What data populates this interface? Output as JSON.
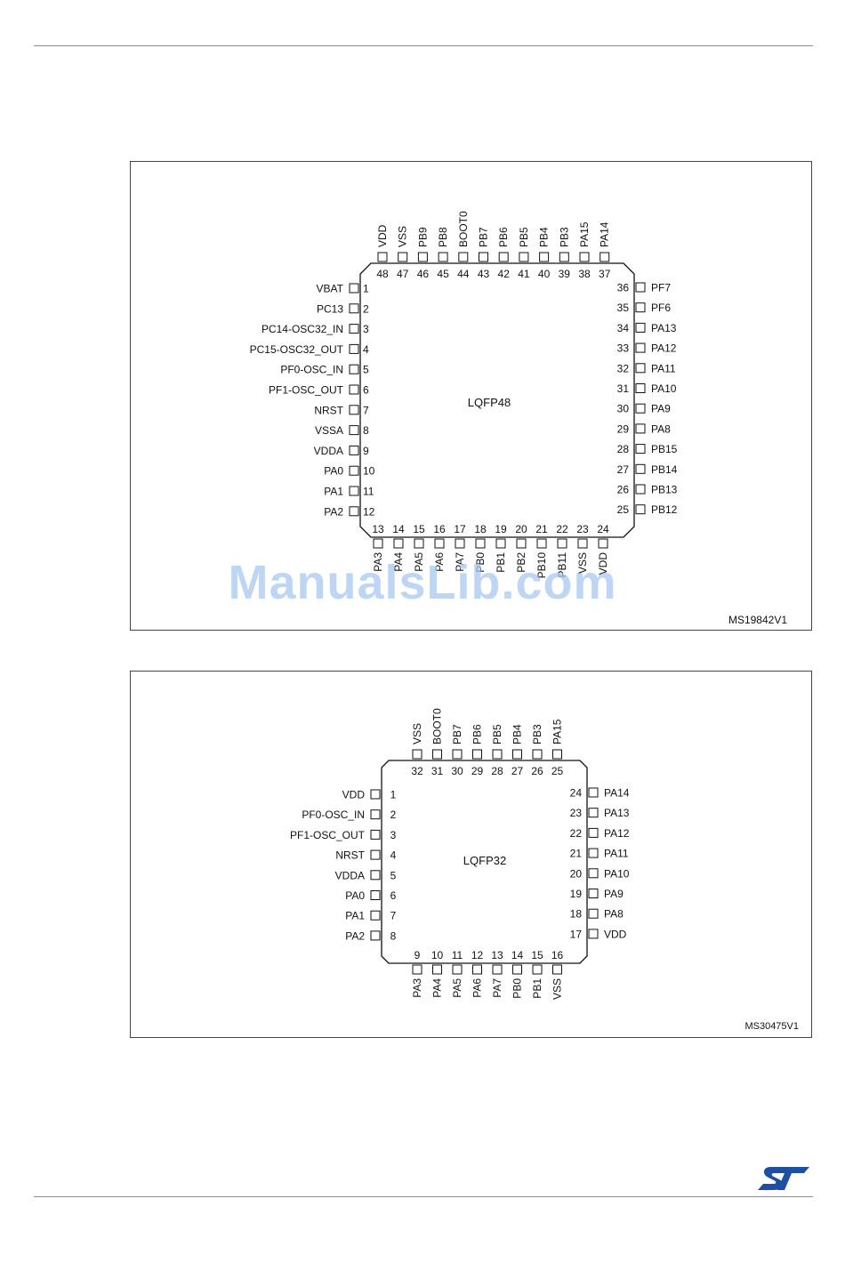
{
  "watermark": "ManualsLib.com",
  "logo_name": "st-logo",
  "logo_color": "#1f4fa3",
  "lqfp48": {
    "label": "LQFP48",
    "ref": "MS19842V1",
    "left": [
      {
        "num": "1",
        "name": "VBAT"
      },
      {
        "num": "2",
        "name": "PC13"
      },
      {
        "num": "3",
        "name": "PC14-OSC32_IN"
      },
      {
        "num": "4",
        "name": "PC15-OSC32_OUT"
      },
      {
        "num": "5",
        "name": "PF0-OSC_IN"
      },
      {
        "num": "6",
        "name": "PF1-OSC_OUT"
      },
      {
        "num": "7",
        "name": "NRST"
      },
      {
        "num": "8",
        "name": "VSSA"
      },
      {
        "num": "9",
        "name": "VDDA"
      },
      {
        "num": "10",
        "name": "PA0"
      },
      {
        "num": "11",
        "name": "PA1"
      },
      {
        "num": "12",
        "name": "PA2"
      }
    ],
    "bottom": [
      {
        "num": "13",
        "name": "PA3"
      },
      {
        "num": "14",
        "name": "PA4"
      },
      {
        "num": "15",
        "name": "PA5"
      },
      {
        "num": "16",
        "name": "PA6"
      },
      {
        "num": "17",
        "name": "PA7"
      },
      {
        "num": "18",
        "name": "PB0"
      },
      {
        "num": "19",
        "name": "PB1"
      },
      {
        "num": "20",
        "name": "PB2"
      },
      {
        "num": "21",
        "name": "PB10"
      },
      {
        "num": "22",
        "name": "PB11"
      },
      {
        "num": "23",
        "name": "VSS"
      },
      {
        "num": "24",
        "name": "VDD"
      }
    ],
    "right": [
      {
        "num": "36",
        "name": "PF7"
      },
      {
        "num": "35",
        "name": "PF6"
      },
      {
        "num": "34",
        "name": "PA13"
      },
      {
        "num": "33",
        "name": "PA12"
      },
      {
        "num": "32",
        "name": "PA11"
      },
      {
        "num": "31",
        "name": "PA10"
      },
      {
        "num": "30",
        "name": "PA9"
      },
      {
        "num": "29",
        "name": "PA8"
      },
      {
        "num": "28",
        "name": "PB15"
      },
      {
        "num": "27",
        "name": "PB14"
      },
      {
        "num": "26",
        "name": "PB13"
      },
      {
        "num": "25",
        "name": "PB12"
      }
    ],
    "top": [
      {
        "num": "48",
        "name": "VDD"
      },
      {
        "num": "47",
        "name": "VSS"
      },
      {
        "num": "46",
        "name": "PB9"
      },
      {
        "num": "45",
        "name": "PB8"
      },
      {
        "num": "44",
        "name": "BOOT0"
      },
      {
        "num": "43",
        "name": "PB7"
      },
      {
        "num": "42",
        "name": "PB6"
      },
      {
        "num": "41",
        "name": "PB5"
      },
      {
        "num": "40",
        "name": "PB4"
      },
      {
        "num": "39",
        "name": "PB3"
      },
      {
        "num": "38",
        "name": "PA15"
      },
      {
        "num": "37",
        "name": "PA14"
      }
    ]
  },
  "lqfp32": {
    "label": "LQFP32",
    "ref": "MS30475V1",
    "left": [
      {
        "num": "1",
        "name": "VDD"
      },
      {
        "num": "2",
        "name": "PF0-OSC_IN"
      },
      {
        "num": "3",
        "name": "PF1-OSC_OUT"
      },
      {
        "num": "4",
        "name": "NRST"
      },
      {
        "num": "5",
        "name": "VDDA"
      },
      {
        "num": "6",
        "name": "PA0"
      },
      {
        "num": "7",
        "name": "PA1"
      },
      {
        "num": "8",
        "name": "PA2"
      }
    ],
    "bottom": [
      {
        "num": "9",
        "name": "PA3"
      },
      {
        "num": "10",
        "name": "PA4"
      },
      {
        "num": "11",
        "name": "PA5"
      },
      {
        "num": "12",
        "name": "PA6"
      },
      {
        "num": "13",
        "name": "PA7"
      },
      {
        "num": "14",
        "name": "PB0"
      },
      {
        "num": "15",
        "name": "PB1"
      },
      {
        "num": "16",
        "name": "VSS"
      }
    ],
    "right": [
      {
        "num": "24",
        "name": "PA14"
      },
      {
        "num": "23",
        "name": "PA13"
      },
      {
        "num": "22",
        "name": "PA12"
      },
      {
        "num": "21",
        "name": "PA11"
      },
      {
        "num": "20",
        "name": "PA10"
      },
      {
        "num": "19",
        "name": "PA9"
      },
      {
        "num": "18",
        "name": "PA8"
      },
      {
        "num": "17",
        "name": "VDD"
      }
    ],
    "top": [
      {
        "num": "32",
        "name": "VSS"
      },
      {
        "num": "31",
        "name": "BOOT0"
      },
      {
        "num": "30",
        "name": "PB7"
      },
      {
        "num": "29",
        "name": "PB6"
      },
      {
        "num": "28",
        "name": "PB5"
      },
      {
        "num": "27",
        "name": "PB4"
      },
      {
        "num": "26",
        "name": "PB3"
      },
      {
        "num": "25",
        "name": "PA15"
      }
    ]
  }
}
